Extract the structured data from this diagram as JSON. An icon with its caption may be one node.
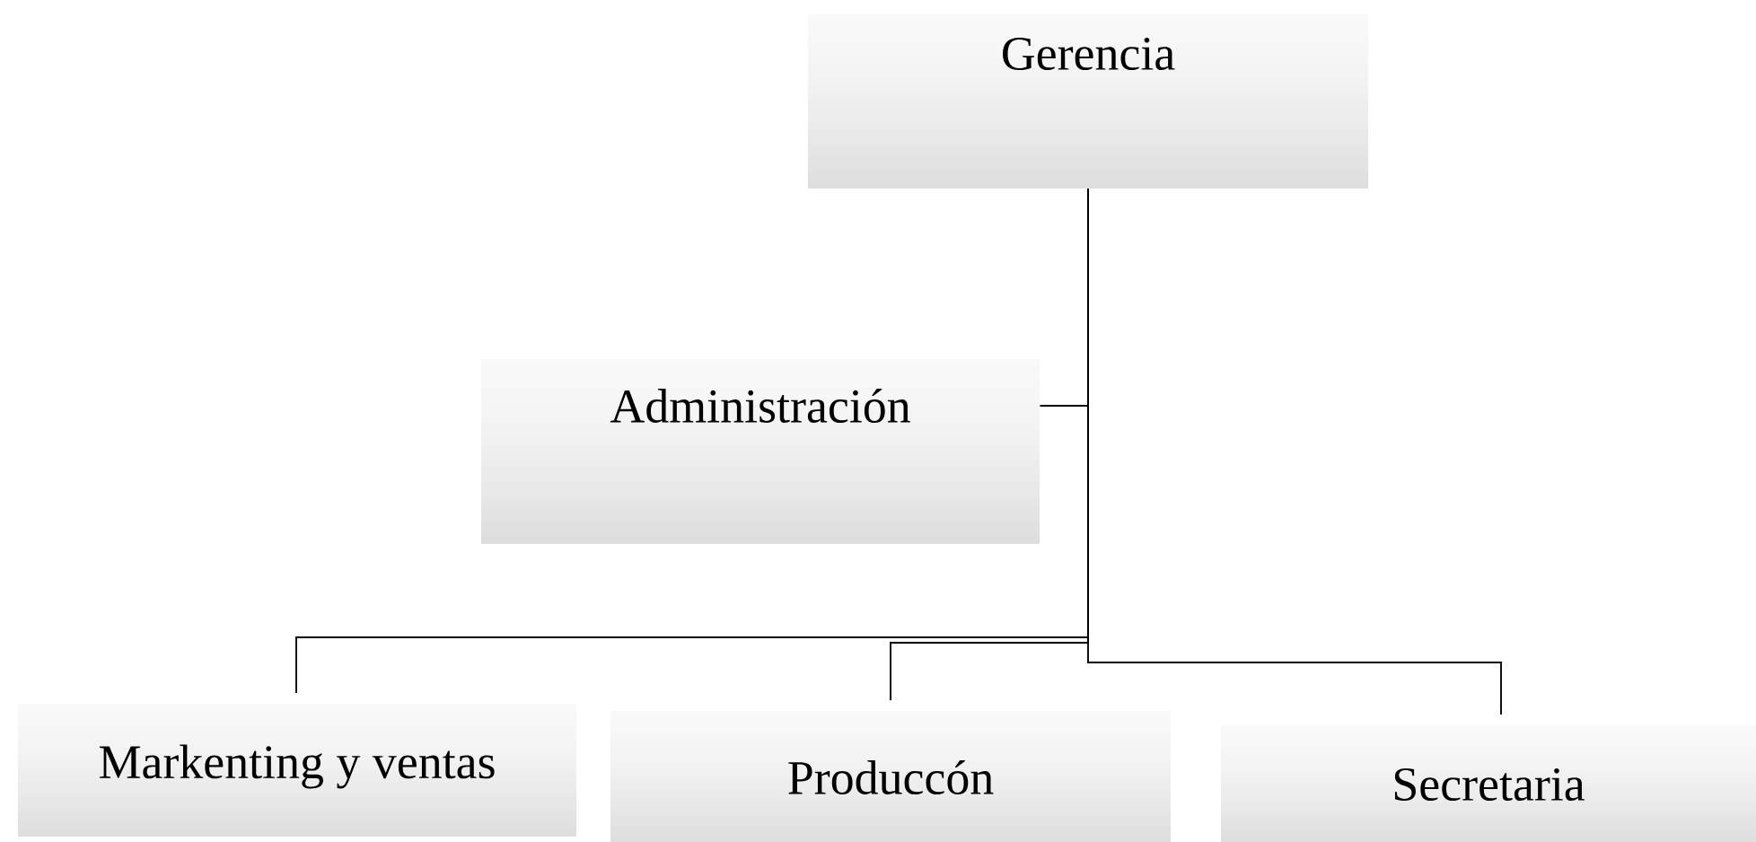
{
  "diagram": {
    "nodes": [
      {
        "text": [
          "Gerencia"
        ]
      },
      {
        "text": [
          "Administración"
        ]
      },
      {
        "text": [
          "Markenting y ventas"
        ]
      },
      {
        "text": [
          "Produccón"
        ]
      },
      {
        "text": [
          "Secretaria"
        ]
      }
    ],
    "edges": [
      {
        "from": 0,
        "to": 1,
        "arrow": "none"
      },
      {
        "from": 0,
        "to": 2,
        "arrow": "none"
      },
      {
        "from": 0,
        "to": 3,
        "arrow": "none"
      },
      {
        "from": 0,
        "to": 4,
        "arrow": "none"
      }
    ]
  }
}
